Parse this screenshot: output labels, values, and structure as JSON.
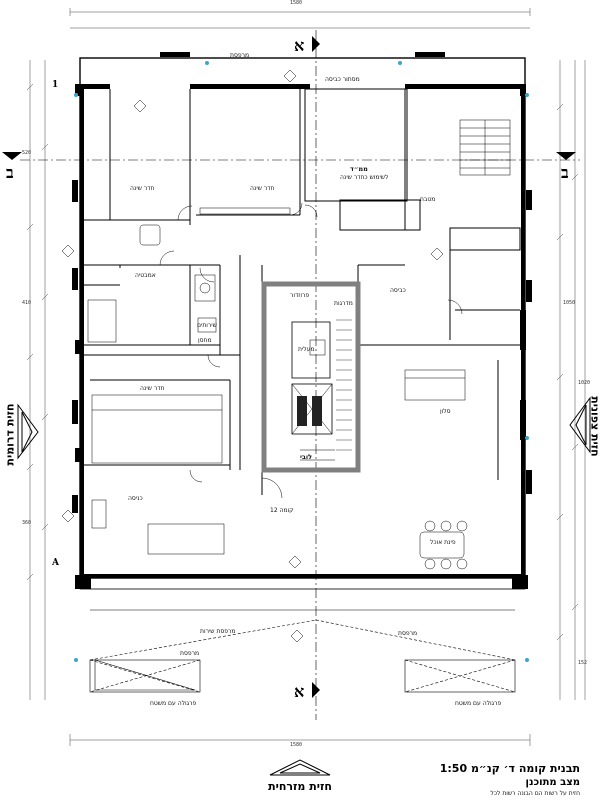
{
  "drawing": {
    "title": "תבנית קומה ד׳ קנ״מ 1:50",
    "subtitle": "מצב מתוכנן",
    "note": "חזית על רשות הם הבונה רשות לכל"
  },
  "facades": {
    "south": "חזית דרומית",
    "north": "חזית צפונית",
    "east": "חזית מזרחית"
  },
  "section_marks": {
    "top": "א",
    "bottom": "א",
    "left": "ב",
    "right": "ב"
  },
  "grid_axes": {
    "left_top": "1",
    "left_bottom": "A"
  },
  "rooms": {
    "balcony_label": "מרפסת",
    "master_bedroom": "חדר שינה",
    "bedroom_2": "חדר שינה",
    "safe_room_label": "ממ״ד",
    "safe_room_note": "לשימוש כחדר שינה",
    "kitchen": "מטבח",
    "bath": "אמבטיה",
    "wc": "שירותים",
    "laundry": "כביסה",
    "bedroom_3": "חדר שינה",
    "corridor": "פרוזדור",
    "storage": "מחסן",
    "elevator": "מעלית",
    "stairs": "מדרגות",
    "lobby": "לובי",
    "living": "סלון",
    "dining": "פינת אוכל",
    "entry": "כניסה",
    "service_balcony": "מרפסת שירות",
    "balcony_left": "מרפסת",
    "balcony_right": "מרפסת",
    "floor_no": "קומה 12",
    "pergola_left": "פרגולה עם משטח",
    "pergola_right": "פרגולה עם משטח",
    "canopy": "מסתור כביסה"
  },
  "dimensions": {
    "overall_top": "1580",
    "overall_bottom": "1580",
    "right_h1": "1020",
    "right_h2": "152",
    "left_a": "520",
    "left_b": "410",
    "left_c": "360",
    "right_a": "1050"
  },
  "colors": {
    "line": "#000000",
    "core": "#808080",
    "dim": "#333333",
    "cyan_mark": "#3aa7c8"
  }
}
